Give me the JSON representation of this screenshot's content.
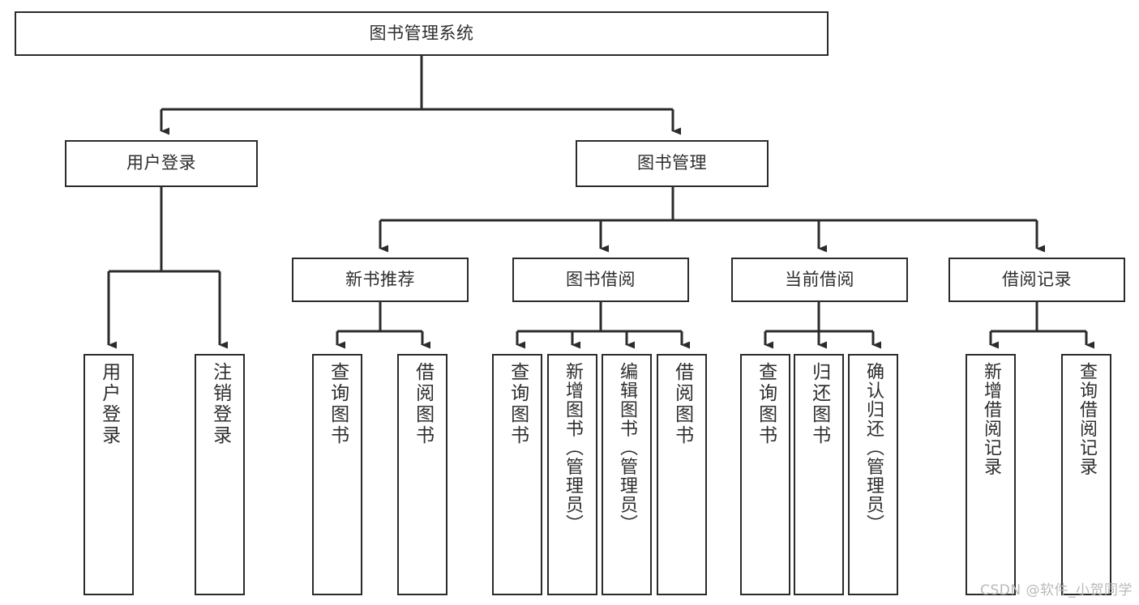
{
  "diagram": {
    "type": "tree-hierarchy-chart",
    "title": "图书管理系统",
    "background_color": "#ffffff",
    "stroke_color": "#2b2b2b",
    "text_color": "#2e2e2e"
  },
  "nodes": {
    "root": {
      "label": "图书管理系统",
      "level": 1
    },
    "level2": [
      {
        "id": "user-login",
        "label": "用户登录"
      },
      {
        "id": "book-manage",
        "label": "图书管理"
      }
    ],
    "level3": [
      {
        "id": "new-book-rec",
        "label": "新书推荐"
      },
      {
        "id": "book-borrow",
        "label": "图书借阅"
      },
      {
        "id": "current-borrow",
        "label": "当前借阅"
      },
      {
        "id": "borrow-record",
        "label": "借阅记录"
      }
    ],
    "leaves": {
      "user_login": [
        {
          "id": "leaf-user-login",
          "label": "用户登录"
        },
        {
          "id": "leaf-logout",
          "label": "注销登录"
        }
      ],
      "new_book_rec": [
        {
          "id": "leaf-query-book-1",
          "label": "查询图书"
        },
        {
          "id": "leaf-borrow-book-1",
          "label": "借阅图书"
        }
      ],
      "book_borrow": [
        {
          "id": "leaf-query-book-2",
          "label": "查询图书"
        },
        {
          "id": "leaf-add-book",
          "label": "新增图书（管理员）"
        },
        {
          "id": "leaf-edit-book",
          "label": "编辑图书（管理员）"
        },
        {
          "id": "leaf-borrow-book-2",
          "label": "借阅图书"
        }
      ],
      "current_borrow": [
        {
          "id": "leaf-query-book-3",
          "label": "查询图书"
        },
        {
          "id": "leaf-return-book",
          "label": "归还图书"
        },
        {
          "id": "leaf-confirm-return",
          "label": "确认归还（管理员）"
        }
      ],
      "borrow_record": [
        {
          "id": "leaf-add-record",
          "label": "新增借阅记录"
        },
        {
          "id": "leaf-query-record",
          "label": "查询借阅记录"
        }
      ]
    }
  },
  "watermark": {
    "text": "CSDN @软件_小贺同学"
  }
}
